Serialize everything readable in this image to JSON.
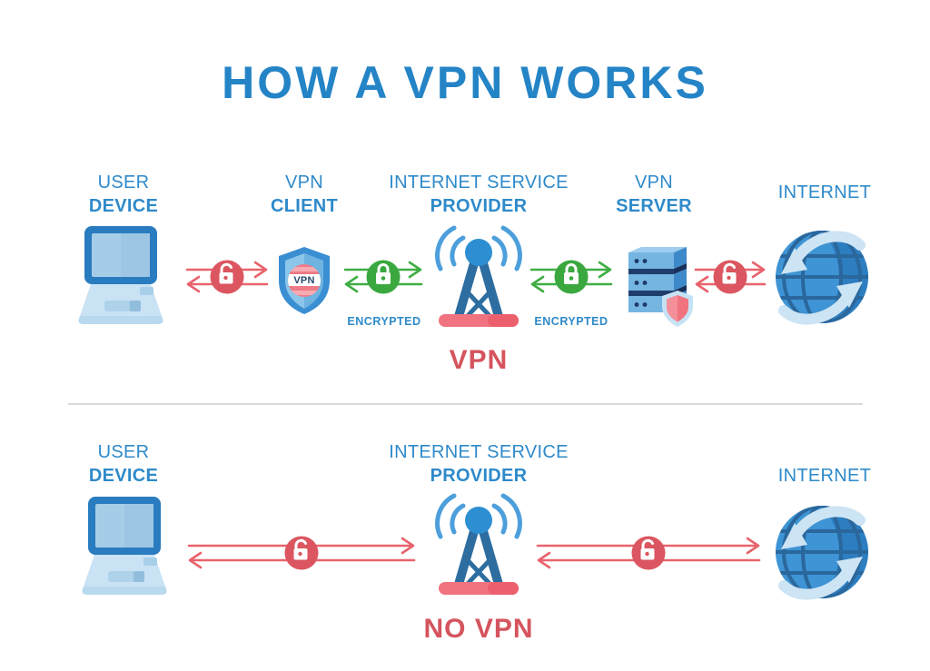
{
  "title": "HOW A VPN WORKS",
  "colors": {
    "title_blue": "#2484c6",
    "blue": "#2e8aca",
    "red": "#e8636d",
    "red_circle": "#db5660",
    "green": "#3fae44",
    "green_circle": "#3aa83f",
    "caption_red": "#d5545e",
    "divider": "#d9d9d9"
  },
  "vpn_row": {
    "user_device": {
      "line1": "USER",
      "line2": "DEVICE"
    },
    "vpn_client": {
      "line1": "VPN",
      "line2": "CLIENT",
      "badge": "VPN"
    },
    "isp": {
      "line1": "INTERNET SERVICE",
      "line2": "PROVIDER"
    },
    "vpn_server": {
      "line1": "VPN",
      "line2": "SERVER"
    },
    "internet": {
      "label": "INTERNET"
    },
    "encrypted_left": "ENCRYPTED",
    "encrypted_right": "ENCRYPTED",
    "caption": "VPN"
  },
  "no_vpn_row": {
    "user_device": {
      "line1": "USER",
      "line2": "DEVICE"
    },
    "isp": {
      "line1": "INTERNET SERVICE",
      "line2": "PROVIDER"
    },
    "internet": {
      "label": "INTERNET"
    },
    "caption": "NO VPN"
  }
}
